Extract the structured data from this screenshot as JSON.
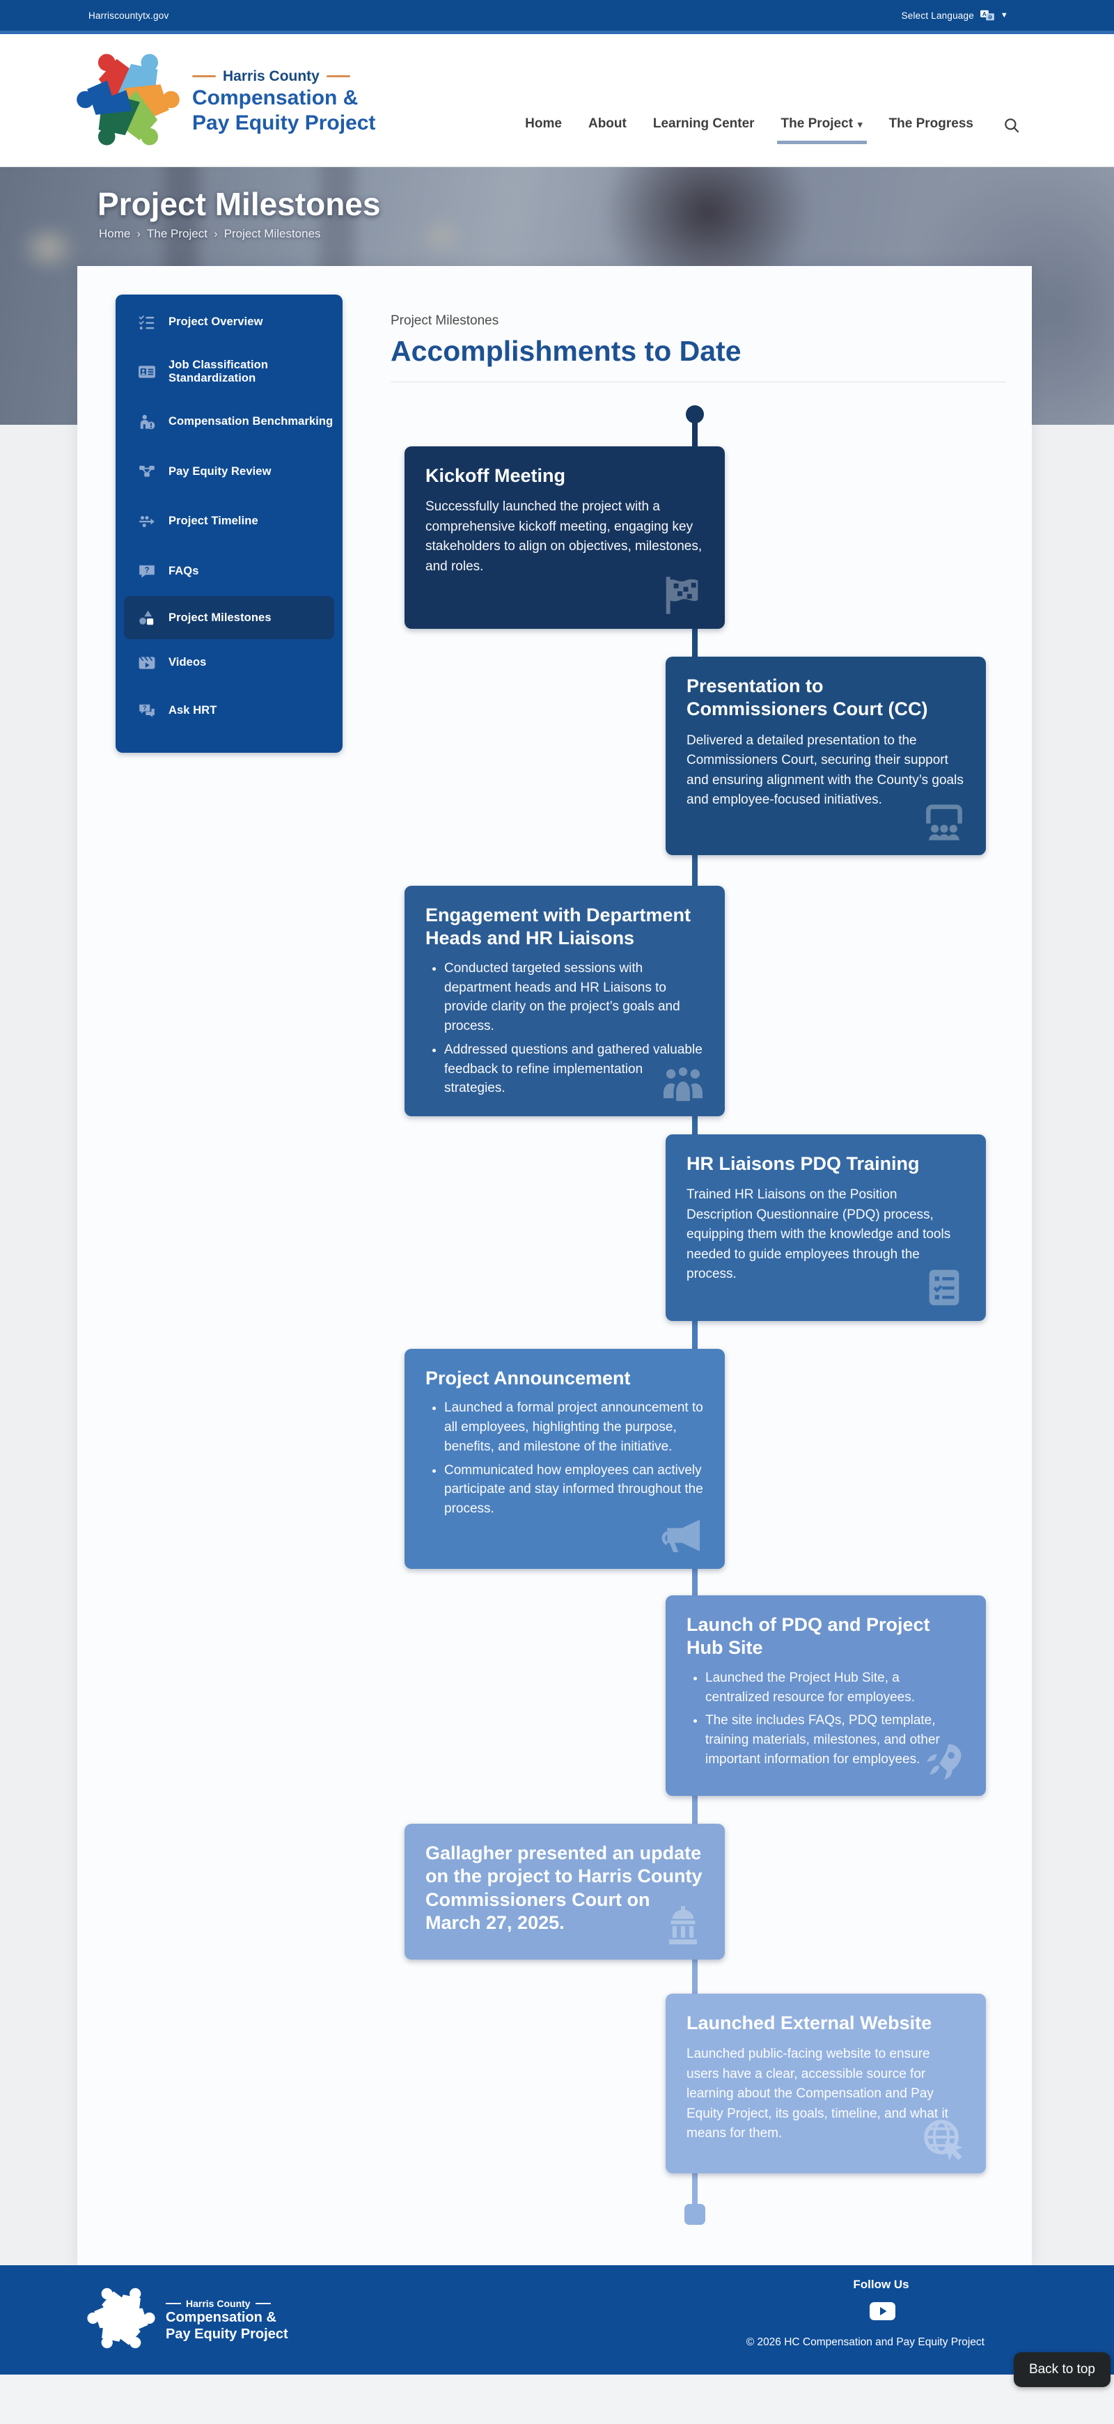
{
  "top_bar": {
    "site_link": "Harriscountytx.gov",
    "language_label": "Select Language",
    "language_icon": "translate-icon",
    "caret_icon": "caret-down-icon"
  },
  "header": {
    "brand": {
      "line1": "Harris County",
      "line2": "Compensation &",
      "line3": "Pay Equity Project"
    },
    "nav": [
      {
        "label": "Home",
        "active": false,
        "dropdown": false
      },
      {
        "label": "About",
        "active": false,
        "dropdown": false
      },
      {
        "label": "Learning Center",
        "active": false,
        "dropdown": false
      },
      {
        "label": "The Project",
        "active": true,
        "dropdown": true
      },
      {
        "label": "The Progress",
        "active": false,
        "dropdown": false
      }
    ],
    "search_icon": "search-icon"
  },
  "hero": {
    "title": "Project Milestones",
    "breadcrumb": [
      "Home",
      "The Project",
      "Project Milestones"
    ],
    "separator": "›"
  },
  "sidebar": {
    "bg_color": "#0e4a92",
    "active_color": "#123a6b",
    "items": [
      {
        "label": "Project Overview",
        "icon": "list-check-icon",
        "active": false
      },
      {
        "label": "Job Classification Standardization",
        "icon": "id-card-icon",
        "active": false
      },
      {
        "label": "Compensation Benchmarking",
        "icon": "person-alert-icon",
        "active": false
      },
      {
        "label": "Pay Equity Review",
        "icon": "network-icon",
        "active": false
      },
      {
        "label": "Project Timeline",
        "icon": "timeline-icon",
        "active": false
      },
      {
        "label": "FAQs",
        "icon": "question-bubble-icon",
        "active": false
      },
      {
        "label": "Project Milestones",
        "icon": "shapes-icon",
        "active": true
      },
      {
        "label": "Videos",
        "icon": "video-icon",
        "active": false
      },
      {
        "label": "Ask HRT",
        "icon": "chat-question-icon",
        "active": false
      }
    ]
  },
  "main": {
    "eyebrow": "Project Milestones",
    "heading": "Accomplishments to Date"
  },
  "timeline": {
    "line_gradient": [
      "#16355e",
      "#94b2e0"
    ],
    "cards": [
      {
        "title": "Kickoff Meeting",
        "text": "Successfully launched the project with a comprehensive kickoff meeting, engaging key stakeholders to align on objectives, milestones, and roles.",
        "bullets": [],
        "icon": "flag-checkered-icon",
        "color": "#16355e"
      },
      {
        "title": "Presentation to Commissioners Court (CC)",
        "text": "Delivered a detailed presentation to the Commissioners Court, securing their support and ensuring alignment with the County’s goals and employee-focused initiatives.",
        "bullets": [],
        "icon": "screen-users-icon",
        "color": "#1e4c7e"
      },
      {
        "title": "Engagement with Department Heads and HR Liaisons",
        "text": "",
        "bullets": [
          "Conducted targeted sessions with department heads and HR Liaisons to provide clarity on the project’s goals and process.",
          "Addressed questions and gathered valuable feedback to refine implementation strategies."
        ],
        "icon": "people-group-icon",
        "color": "#2c5c94"
      },
      {
        "title": "HR Liaisons PDQ Training",
        "text": "Trained HR Liaisons on the Position Description Questionnaire (PDQ) process, equipping them with the knowledge and tools needed to guide employees through the process.",
        "bullets": [],
        "icon": "clipboard-list-icon",
        "color": "#3569a4"
      },
      {
        "title": "Project Announcement",
        "text": "",
        "bullets": [
          "Launched a formal project announcement to all employees, highlighting the purpose, benefits, and milestone of the initiative.",
          "Communicated how employees can actively participate and stay informed throughout the process."
        ],
        "icon": "megaphone-icon",
        "color": "#4b80bf"
      },
      {
        "title": "Launch of PDQ and Project Hub Site",
        "text": "",
        "bullets": [
          "Launched the Project Hub Site, a centralized resource for employees.",
          "The site includes FAQs, PDQ template, training materials, milestones, and other important information for employees."
        ],
        "icon": "rocket-icon",
        "color": "#6b93cd"
      },
      {
        "title": "Gallagher presented an update on the project to Harris County Commissioners Court on March 27, 2025.",
        "text": "",
        "bullets": [],
        "icon": "landmark-icon",
        "color": "#87a8d9"
      },
      {
        "title": "Launched External Website",
        "text": "Launched public-facing website to ensure users have a clear, accessible source for learning about the Compensation and Pay Equity Project, its goals, timeline, and what it means for them.",
        "bullets": [],
        "icon": "globe-pointer-icon",
        "color": "#94b2e0"
      }
    ]
  },
  "footer": {
    "bg_color": "#0e4c96",
    "brand": {
      "line1": "Harris County",
      "line2": "Compensation &",
      "line3": "Pay Equity Project"
    },
    "follow_us": "Follow Us",
    "social": [
      {
        "name": "youtube-icon"
      }
    ],
    "copyright": "© 2026 HC Compensation and Pay Equity Project"
  },
  "back_to_top": "Back to top"
}
